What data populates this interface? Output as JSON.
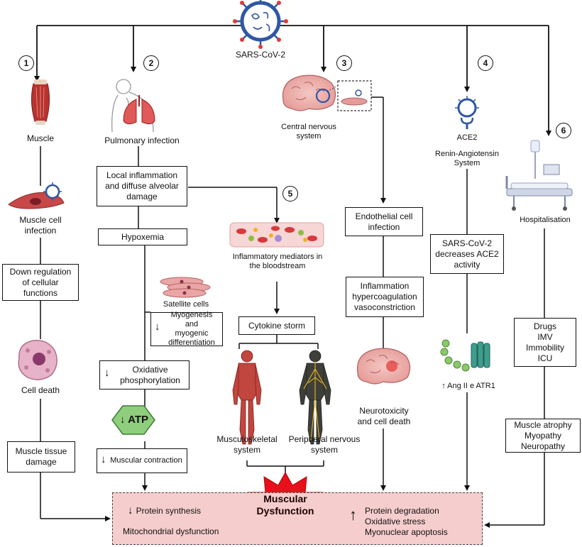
{
  "source": {
    "label": "SARS-CoV-2"
  },
  "branches": {
    "b1": {
      "num": "1",
      "title": "Muscle",
      "cell": "Muscle cell\ninfection",
      "step1": "Down regulation\nof cellular\nfunctions",
      "step2": "Cell death",
      "step3": "Muscle tissue\ndamage"
    },
    "b2": {
      "num": "2",
      "title": "Pulmonary infection",
      "step1": "Local inflammation\nand diffuse alveolar\ndamage",
      "step2": "Hypoxemia",
      "satellite": "Satellite cells",
      "myogenesis": "Myogenesis and\nmyogenic\ndifferentiation",
      "oxidative": "Oxidative\nphosphorylation",
      "atp": "ATP",
      "contraction": "Muscular contraction"
    },
    "b3": {
      "num": "3",
      "title": "Central nervous\nsystem",
      "step1": "Endothelial cell\ninfection",
      "step2": "Inflammation\nhypercoagulation\nvasoconstriction",
      "step3": "Neurotoxicity\nand cell death"
    },
    "b4": {
      "num": "4",
      "receptor": "ACE2",
      "system": "Renin-Angiotensin\nSystem",
      "step1": "SARS-CoV-2\ndecreases ACE2\nactivity",
      "step2": "Ang II e ATR1"
    },
    "b5": {
      "num": "5",
      "title": "Inflammatory mediators in\nthe bloodstream",
      "storm": "Cytokine storm",
      "musculo": "Musculoskeletal\nsystem",
      "peripheral": "Peripheral nervous\nsystem"
    },
    "b6": {
      "num": "6",
      "title": "Hospitalisation",
      "step1": "Drugs\nIMV\nImmobility\nICU",
      "step2": "Muscle atrophy\nMyopathy\nNeuropathy"
    }
  },
  "outcome": {
    "center": "Muscular\nDysfunction",
    "left1": "Protein synthesis",
    "left2": "Mitochondrial dysfunction",
    "right": "Protein degradation\nOxidative stress\nMyonuclear apoptosis"
  },
  "colors": {
    "panel_fill": "#f6cdcd",
    "burst": "#e8101a",
    "atp_hex": "#8fce7c",
    "muscle": "#b8322e",
    "virus": "#2f57a3"
  }
}
